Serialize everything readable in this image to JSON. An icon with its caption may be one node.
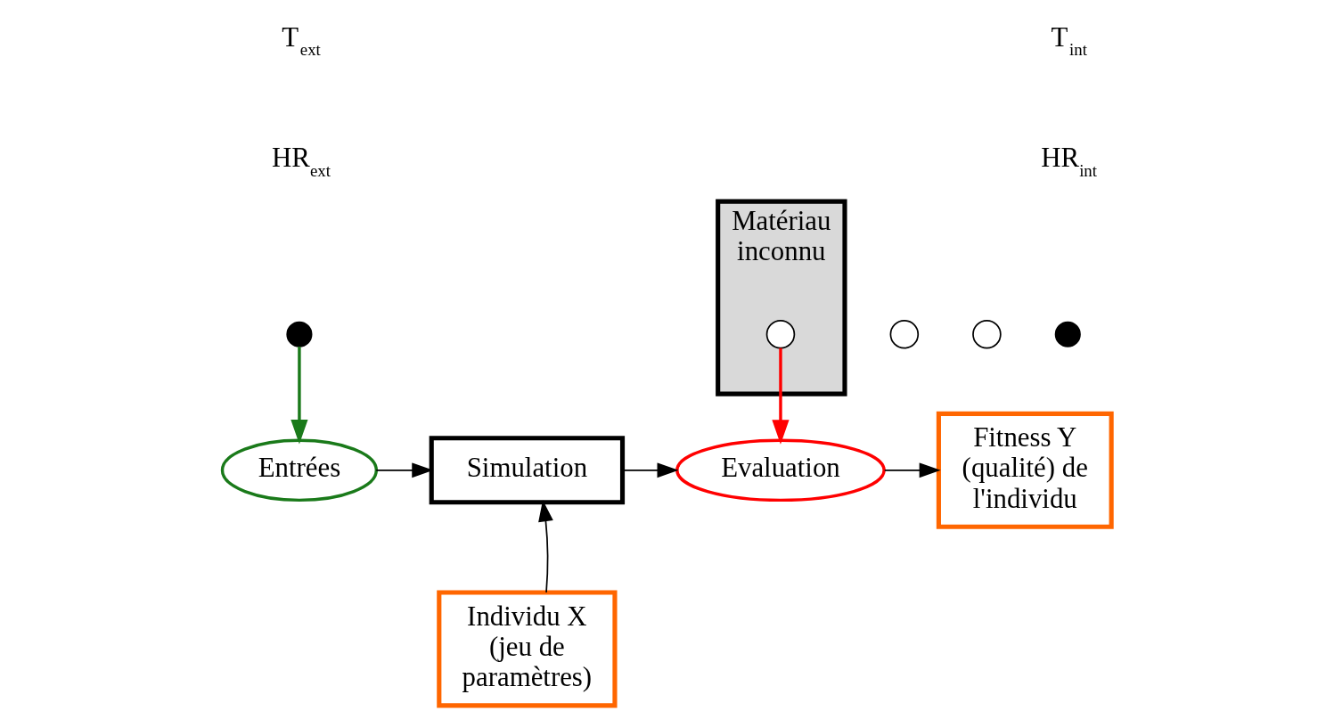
{
  "diagram": {
    "nodes": [
      {
        "text": [],
        "shape": "circle"
      },
      {
        "text": [
          "Matériau inconnu"
        ]
      },
      {
        "text": [],
        "shape": "circle"
      },
      {
        "text": [],
        "shape": "circle",
        "in": 1
      },
      {
        "text": [],
        "shape": "circle"
      },
      {
        "text": [],
        "shape": "circle"
      },
      {
        "text": [
          "Entrées"
        ]
      },
      {
        "text": [
          "Simulation"
        ]
      },
      {
        "text": [
          "Evaluation"
        ]
      },
      {
        "text": [
          "Fitness Y (qualité) de l'individu"
        ]
      },
      {
        "text": [
          "Individu X (jeu de paramètres)"
        ]
      }
    ],
    "edges": [
      {
        "from": 0,
        "to": 6,
        "arrow": "to",
        "color": "#1a7a1a"
      },
      {
        "from": 3,
        "to": 8,
        "arrow": "to",
        "color": "#ff0000"
      },
      {
        "from": 6,
        "to": 7,
        "arrow": "to"
      },
      {
        "from": 7,
        "to": 8,
        "arrow": "to"
      },
      {
        "from": 10,
        "to": 7,
        "arrow": "to"
      },
      {
        "from": 8,
        "to": 9,
        "arrow": "to"
      }
    ],
    "labels": [
      "T$_{ext}$",
      "HR$_{ext}$",
      "T$_{int}$",
      "HR$_{int}$"
    ]
  }
}
